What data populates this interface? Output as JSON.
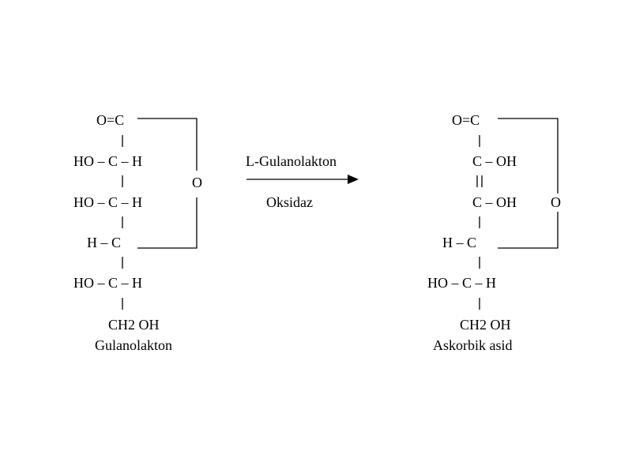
{
  "reactant": {
    "name": "Gulanolakton",
    "rows": {
      "carbonyl": "O=C",
      "c2": "HO – C – H",
      "c3": "HO – C – H",
      "c4": "H – C",
      "c5": "HO – C – H",
      "c6": "CH2 OH"
    },
    "ring_oxygen": "O"
  },
  "reaction": {
    "enzyme_line1": "L-Gulanolakton",
    "enzyme_line2": "Oksidaz"
  },
  "product": {
    "name": "Askorbik asid",
    "rows": {
      "carbonyl": "O=C",
      "c2": "C – OH",
      "c3": "C – OH",
      "c4": "H – C",
      "c5": "HO – C – H",
      "c6": "CH2 OH"
    },
    "ring_oxygen": "O"
  }
}
